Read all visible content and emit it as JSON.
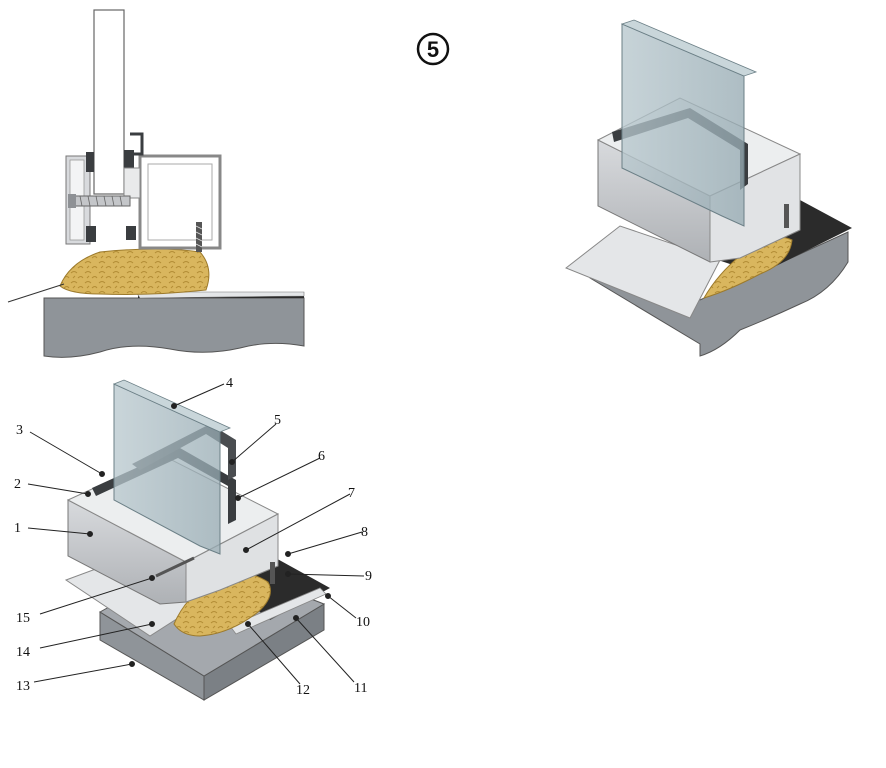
{
  "badge": {
    "label": "5"
  },
  "callouts": [
    {
      "id": "1",
      "label": "1"
    },
    {
      "id": "2",
      "label": "2"
    },
    {
      "id": "3",
      "label": "3"
    },
    {
      "id": "4",
      "label": "4"
    },
    {
      "id": "5",
      "label": "5"
    },
    {
      "id": "6",
      "label": "6"
    },
    {
      "id": "7",
      "label": "7"
    },
    {
      "id": "8",
      "label": "8"
    },
    {
      "id": "9",
      "label": "9"
    },
    {
      "id": "10",
      "label": "10"
    },
    {
      "id": "11",
      "label": "11"
    },
    {
      "id": "12",
      "label": "12"
    },
    {
      "id": "13",
      "label": "13"
    },
    {
      "id": "14",
      "label": "14"
    },
    {
      "id": "15",
      "label": "15"
    }
  ],
  "colors": {
    "glass": "#a9bcc3",
    "aluminium": "#c9cbce",
    "aluminium_dark": "#8e9195",
    "gasket": "#3a3d40",
    "foam": "#d9b65e",
    "foam_dark": "#b38d35",
    "concrete": "#8f9499",
    "concrete_dark": "#6f7479",
    "sheet": "#e4e6e8",
    "membrane": "#2b2b2b"
  }
}
